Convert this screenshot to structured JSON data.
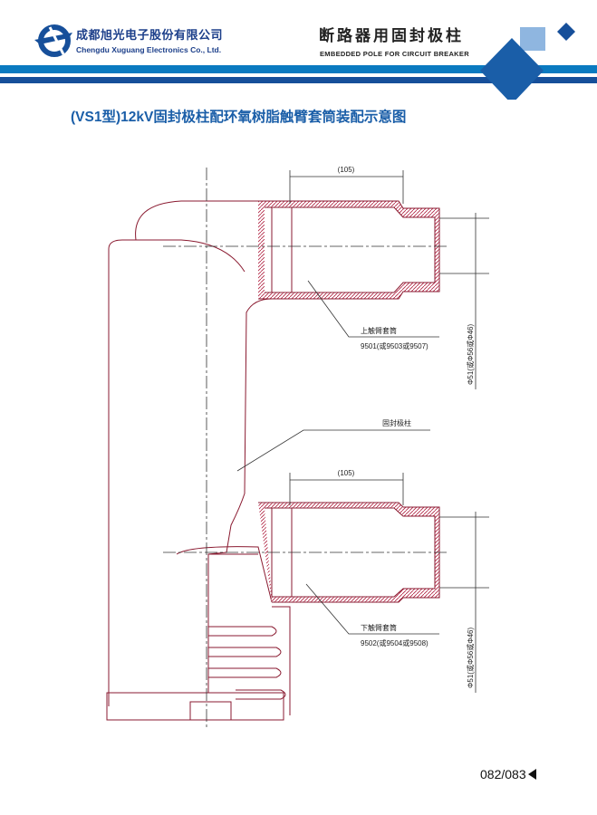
{
  "header": {
    "company_cn": "成都旭光电子股份有限公司",
    "company_en": "Chengdu Xuguang Electronics Co., Ltd.",
    "product_cn": "断路器用固封极柱",
    "product_en": "EMBEDDED POLE FOR CIRCUIT BREAKER",
    "colors": {
      "bar_light": "#0a7ac0",
      "bar_dark": "#164f9a",
      "accent_light": "#8fb6e0"
    }
  },
  "title": "(VS1型)12kV固封极柱配环氧树脂触臂套筒装配示意图",
  "diagram": {
    "upper_dimension": "(105)",
    "lower_dimension": "(105)",
    "upper_sleeve_label": "上触臂套筒",
    "upper_sleeve_models": "9501(或9503或9507)",
    "pole_label": "固封极柱",
    "lower_sleeve_label": "下触臂套筒",
    "lower_sleeve_models": "9502(或9504或9508)",
    "upper_diameter": "Φ51(或Φ56或Φ46)",
    "lower_diameter": "Φ51(或Φ56或Φ46)"
  },
  "page_number": "082/083"
}
